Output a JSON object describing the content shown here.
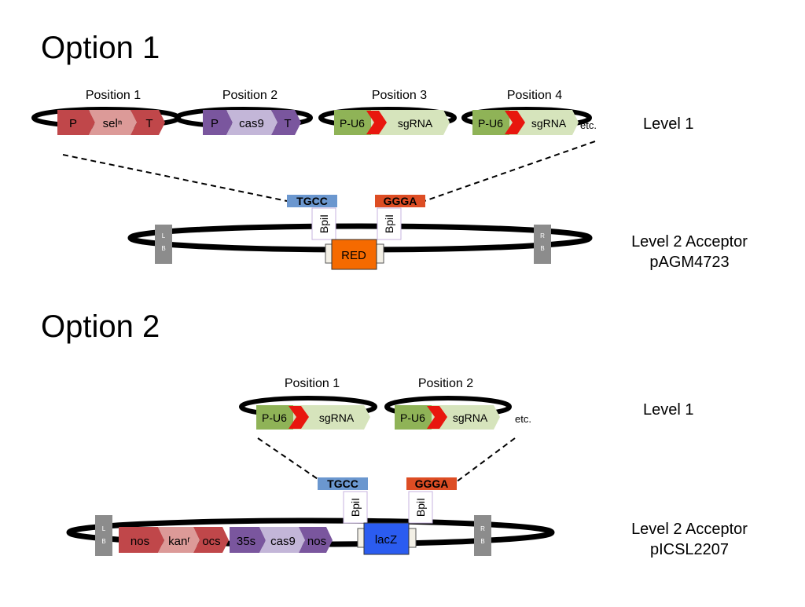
{
  "options": [
    {
      "heading": "Option 1",
      "positions": [
        "Position 1",
        "Position 2",
        "Position 3",
        "Position 4"
      ],
      "modules": [
        [
          "P",
          "selⁿ",
          "T"
        ],
        [
          "P",
          "cas9",
          "T"
        ],
        [
          "P-U6",
          "sgRNA"
        ],
        [
          "P-U6",
          "sgRNA"
        ]
      ],
      "etc": "etc.",
      "level1_label": "Level 1",
      "overhang_left": "TGCC",
      "overhang_right": "GGGA",
      "enzyme": "BpiI",
      "marker": "RED",
      "border_left": [
        "L",
        "B"
      ],
      "border_right": [
        "R",
        "B"
      ],
      "acceptor_label": "Level 2 Acceptor",
      "acceptor_name": "pAGM4723"
    },
    {
      "heading": "Option 2",
      "positions": [
        "Position 1",
        "Position 2"
      ],
      "modules": [
        [
          "P-U6",
          "sgRNA"
        ],
        [
          "P-U6",
          "sgRNA"
        ]
      ],
      "etc": "etc.",
      "level1_label": "Level 1",
      "overhang_left": "TGCC",
      "overhang_right": "GGGA",
      "enzyme": "BpiI",
      "marker": "lacZ",
      "border_left": [
        "L",
        "B"
      ],
      "border_right": [
        "R",
        "B"
      ],
      "backbone": [
        "nos",
        "kanʳ",
        "ocs",
        "35s",
        "cas9",
        "nos"
      ],
      "acceptor_label": "Level 2 Acceptor",
      "acceptor_name": "pICSL2207"
    }
  ],
  "colors": {
    "sel_dark": "#c0474a",
    "sel_light": "#dc9a98",
    "cas_dark": "#7a569e",
    "cas_light": "#c3b6d8",
    "u6": "#8fb357",
    "sgrna": "#d6e4bc",
    "arrow_red": "#e8170e",
    "site_blue": "#6b97cf",
    "site_red": "#dd4d24",
    "red_marker": "#f56a00",
    "lacz_marker": "#2b5cf0",
    "border_grey": "#8c8c8c"
  }
}
